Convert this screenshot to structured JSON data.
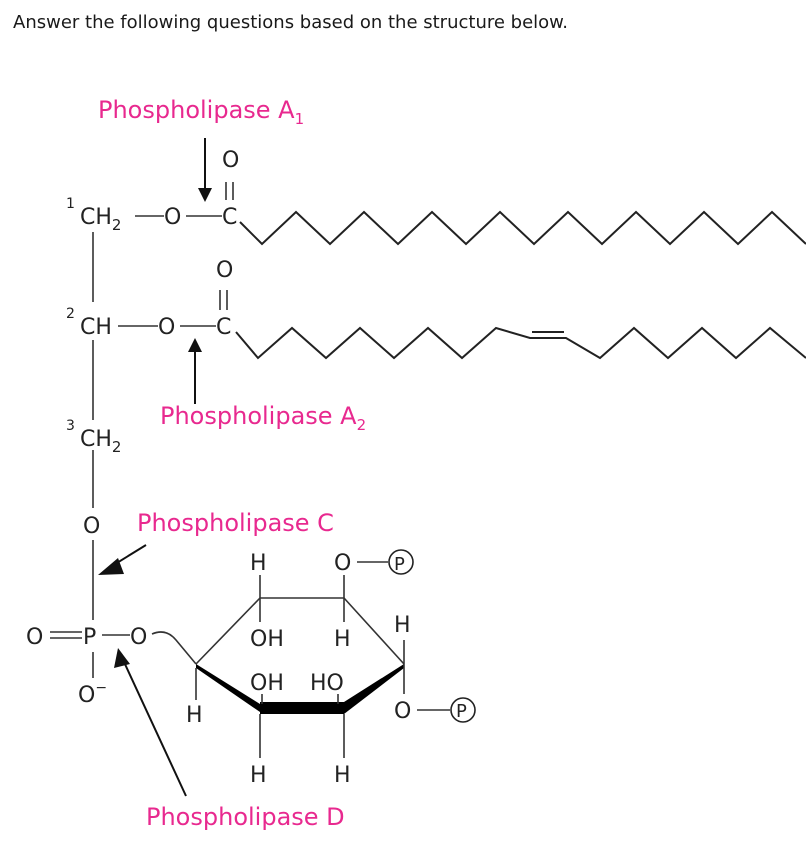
{
  "question": "Answer the following questions based on the structure below.",
  "enzymes": {
    "a1": "Phospholipase A",
    "a1_sub": "1",
    "a2": "Phospholipase A",
    "a2_sub": "2",
    "c": "Phospholipase C",
    "d": "Phospholipase D"
  },
  "atoms": {
    "c1_num": "1",
    "c2_num": "2",
    "c3_num": "3",
    "ch2": "CH",
    "ch2_sub": "2",
    "ch": "CH",
    "o": "O",
    "c": "C",
    "p": "P",
    "h": "H",
    "o_minus": "O",
    "minus": "−",
    "oh": "OH",
    "ho": "HO",
    "phosphate": "P"
  },
  "colors": {
    "enzyme": "#e8298f",
    "bond": "#333333"
  }
}
